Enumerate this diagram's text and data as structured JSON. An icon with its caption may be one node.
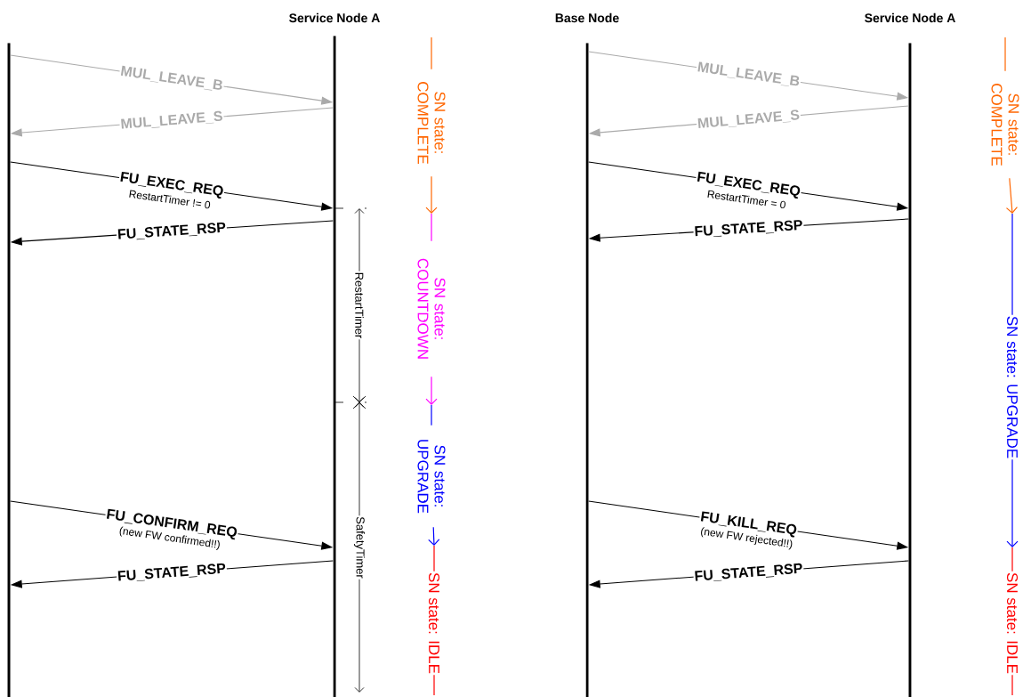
{
  "diagram": {
    "nodes": [
      {
        "text": [],
        "shape": "bar"
      },
      {
        "text": [
          "Service Node A"
        ]
      },
      {
        "text": [
          "Base Node"
        ]
      },
      {
        "text": [
          "Service Node A"
        ]
      },
      {
        "text": [
          "SN state: COMPLETE"
        ]
      },
      {
        "text": [
          "SN state: COUNTDOWN"
        ]
      },
      {
        "text": [
          "SN state: UPGRADE"
        ]
      },
      {
        "text": [
          "SN state: IDLE"
        ]
      },
      {
        "text": [
          "SN state: COMPLETE"
        ]
      },
      {
        "text": [
          "SN state: UPGRADE"
        ]
      },
      {
        "text": [
          "SN state: IDLE"
        ]
      }
    ],
    "edges": [
      {
        "from": 0,
        "to": 1,
        "arrow": "to",
        "label": "MUL_LEAVE_B",
        "color": "#aaaaaa"
      },
      {
        "from": 1,
        "to": 0,
        "arrow": "to",
        "label": "MUL_LEAVE_S",
        "color": "#aaaaaa"
      },
      {
        "from": 0,
        "to": 1,
        "arrow": "to",
        "label": "FU_EXEC_REQ"
      },
      {
        "from": 1,
        "to": 0,
        "arrow": "to",
        "label": "FU_STATE_RSP"
      },
      {
        "from": 0,
        "to": 1,
        "arrow": "to",
        "label": "FU_CONFIRM_REQ"
      },
      {
        "from": 1,
        "to": 0,
        "arrow": "to",
        "label": "FU_STATE_RSP"
      },
      {
        "from": 2,
        "to": 3,
        "arrow": "to",
        "label": "MUL_LEAVE_B",
        "color": "#aaaaaa"
      },
      {
        "from": 3,
        "to": 2,
        "arrow": "to",
        "label": "MUL_LEAVE_S",
        "color": "#aaaaaa"
      },
      {
        "from": 2,
        "to": 3,
        "arrow": "to",
        "label": "FU_EXEC_REQ"
      },
      {
        "from": 3,
        "to": 2,
        "arrow": "to",
        "label": "FU_STATE_RSP"
      },
      {
        "from": 2,
        "to": 3,
        "arrow": "to",
        "label": "FU_KILL_REQ"
      },
      {
        "from": 3,
        "to": 2,
        "arrow": "to",
        "label": "FU_STATE_RSP"
      },
      {
        "from": 4,
        "to": 5,
        "arrow": "to",
        "color": "#ff6600"
      },
      {
        "from": 5,
        "to": 6,
        "arrow": "to",
        "color": "#ff00ff"
      },
      {
        "from": 6,
        "to": 7,
        "arrow": "to",
        "color": "#0000ff"
      },
      {
        "from": 8,
        "to": 9,
        "arrow": "to",
        "color": "#ff6600"
      },
      {
        "from": 9,
        "to": 10,
        "arrow": "to",
        "color": "#0000ff"
      }
    ],
    "labels": [
      "RestartTimer != 0",
      "(new FW confirmed!!)",
      "RestartTimer",
      "SafetyTimer",
      "RestartTimer = 0",
      "(new FW rejected!!)"
    ]
  }
}
